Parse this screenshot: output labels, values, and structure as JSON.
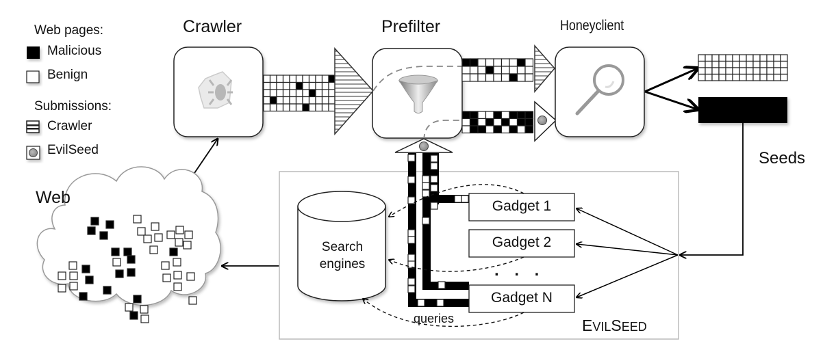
{
  "legend": {
    "web_pages_title": "Web pages:",
    "malicious_label": "Malicious",
    "benign_label": "Benign",
    "submissions_title": "Submissions:",
    "crawler_label": "Crawler",
    "evilseed_label": "EvilSeed"
  },
  "stages": {
    "crawler": "Crawler",
    "prefilter": "Prefilter",
    "honeyclient": "Honeyclient"
  },
  "web_label": "Web",
  "seeds_label": "Seeds",
  "search_engines_line1": "Search",
  "search_engines_line2": "engines",
  "gadgets": [
    "Gadget 1",
    "Gadget 2",
    "Gadget N"
  ],
  "ellipsis": ". . .",
  "queries_label": "queries",
  "evilseed_box_label": {
    "first_cap": "E",
    "rest1": "VIL",
    "second_cap": "S",
    "rest2": "EED"
  },
  "icons": {
    "crawler": "spider-web-icon",
    "prefilter": "funnel-icon",
    "honeyclient": "magnifier-icon"
  },
  "colors": {
    "malicious": "#000000",
    "benign": "#ffffff",
    "evilseed_dot": "#999999",
    "box_border": "#222222",
    "container_border": "#bbbbbb"
  }
}
